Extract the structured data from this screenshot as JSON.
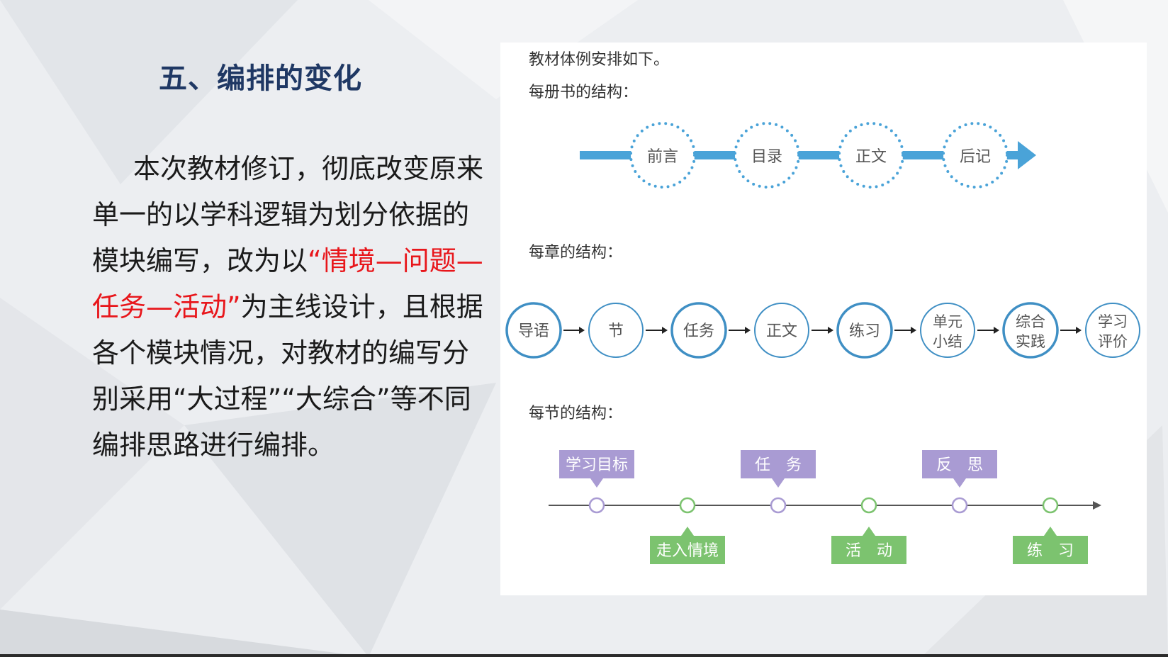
{
  "slide": {
    "title": "五、编排的变化",
    "paragraph": {
      "part1": "本次教材修订，彻底改变原来单一的以学科逻辑为划分依据的模块编写，改为以",
      "highlight": "“情境—问题—任务—活动”",
      "part2": "为主线设计，且根据各个模块情况，对教材的编写分别采用“大过程”“大综合”等不同编排思路进行编排。"
    }
  },
  "panel": {
    "intro": "教材体例安排如下。",
    "book_heading": "每册书的结构：",
    "chapter_heading": "每章的结构：",
    "section_heading": "每节的结构："
  },
  "book_structure": {
    "nodes": [
      "前言",
      "目录",
      "正文",
      "后记"
    ],
    "color": "#4aa3d8"
  },
  "chapter_structure": {
    "nodes": [
      {
        "line1": "导语",
        "line2": ""
      },
      {
        "line1": "节",
        "line2": ""
      },
      {
        "line1": "任务",
        "line2": ""
      },
      {
        "line1": "正文",
        "line2": ""
      },
      {
        "line1": "练习",
        "line2": ""
      },
      {
        "line1": "单元",
        "line2": "小结"
      },
      {
        "line1": "综合",
        "line2": "实践"
      },
      {
        "line1": "学习",
        "line2": "评价"
      }
    ],
    "color": "#3f8fc4"
  },
  "section_structure": {
    "above": [
      "学习目标",
      "任　务",
      "反　思"
    ],
    "below": [
      "走入情境",
      "活　动",
      "练　习"
    ],
    "above_color": "#a99bd3",
    "below_color": "#7cc36f",
    "axis_color": "#555555"
  }
}
